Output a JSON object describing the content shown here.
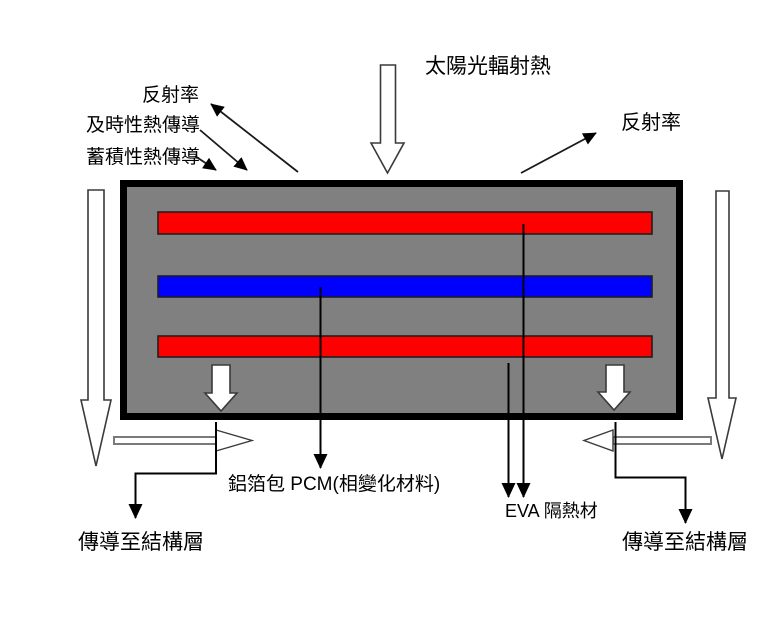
{
  "colors": {
    "background": "#ffffff",
    "panel_fill": "#808080",
    "panel_border": "#000000",
    "red_layer": "#ff0000",
    "blue_layer": "#0000ff",
    "line": "#000000"
  },
  "labels": {
    "solar_radiation": "太陽光輻射熱",
    "reflectance_left": "反射率",
    "instant_heat_conduction": "及時性熱傳導",
    "storage_heat_conduction": "蓄積性熱傳導",
    "reflectance_right": "反射率",
    "foil_pcm": "鋁箔包 PCM(相變化材料)",
    "eva_insulation": "EVA 隔熱材",
    "conduction_to_structure_left": "傳導至結構層",
    "conduction_to_structure_right": "傳導至結構層"
  },
  "diagram": {
    "panel_layers": [
      {
        "name": "top-red-layer",
        "color": "#ff0000"
      },
      {
        "name": "middle-blue-layer",
        "color": "#0000ff"
      },
      {
        "name": "bottom-red-layer",
        "color": "#ff0000"
      }
    ]
  }
}
